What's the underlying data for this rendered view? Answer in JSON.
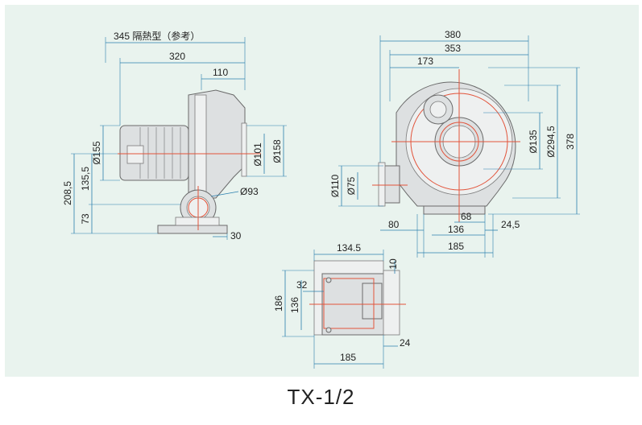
{
  "model": "TX-1/2",
  "side_view": {
    "heat_insulated_length": "345 隔熱型（参考）",
    "overall_length": "320",
    "housing_width": "110",
    "motor_diameter": "Ø155",
    "outlet_inner": "Ø101",
    "outlet_outer": "Ø158",
    "inlet_diameter": "Ø93",
    "total_height": "208,5",
    "axis_height": "135,5",
    "base_height": "73",
    "foot_width": "30"
  },
  "front_view": {
    "overall_width": "380",
    "housing_width": "353",
    "axis_offset": "173",
    "inlet_diameter": "Ø135",
    "housing_diameter": "Ø294,5",
    "total_height": "378",
    "outlet_outer": "Ø110",
    "outlet_inner": "Ø75",
    "outlet_length": "80",
    "foot_spacing_small": "68",
    "foot_spacing": "136",
    "foot_offset": "24,5",
    "base_width": "185"
  },
  "top_view": {
    "width": "134.5",
    "top_gap": "10",
    "slot_offset": "32",
    "depth": "186",
    "hole_spacing": "136",
    "side_gap": "24",
    "base_width": "185"
  }
}
